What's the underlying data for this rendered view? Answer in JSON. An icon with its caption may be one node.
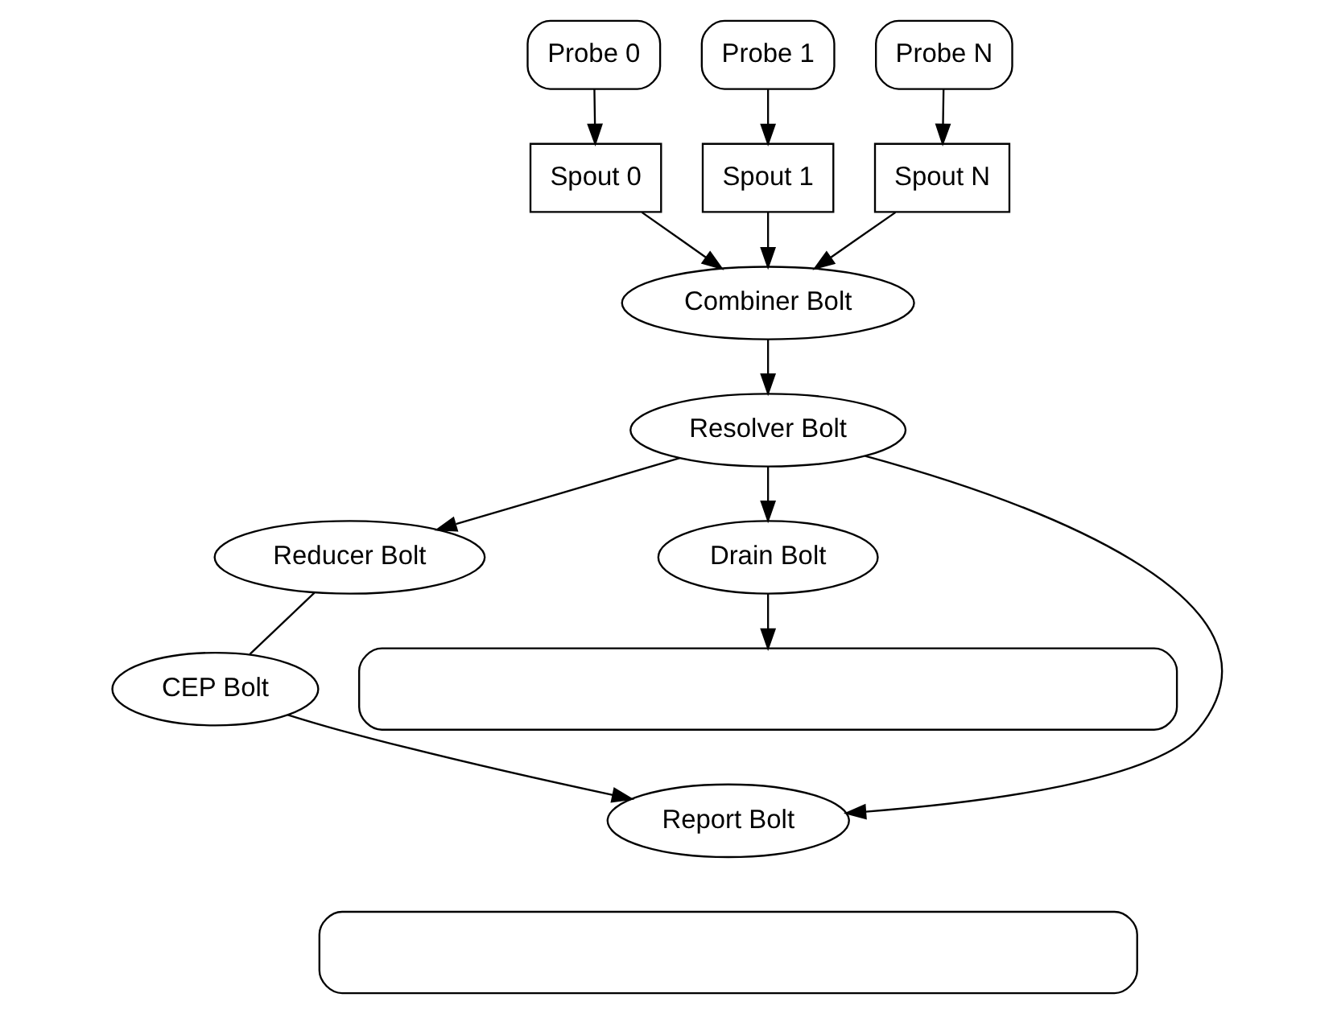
{
  "diagram": {
    "nodes": [
      {
        "text": [
          "Probe 0"
        ]
      },
      {
        "text": [
          "Spout 0"
        ]
      },
      {
        "text": [
          "Probe 1"
        ]
      },
      {
        "text": [
          "Spout 1"
        ]
      },
      {
        "text": [
          "Probe N"
        ]
      },
      {
        "text": [
          "Spout N"
        ]
      },
      {
        "text": [
          "Combiner Bolt"
        ]
      },
      {
        "text": [
          "Reducer Bolt"
        ]
      },
      {
        "text": [
          "Resolver Bolt"
        ]
      },
      {
        "text": [
          "CEP Bolt"
        ]
      },
      {
        "text": [
          "Drain Bolt"
        ]
      },
      {
        "text": [
          "Report Bolt"
        ]
      },
      {
        "text": [],
        "shape": "box"
      },
      {
        "text": [],
        "shape": "box"
      }
    ],
    "edges": [
      {
        "from": 0,
        "to": 1,
        "arrow": "to"
      },
      {
        "from": 1,
        "to": 6,
        "arrow": "to"
      },
      {
        "from": 2,
        "to": 3,
        "arrow": "to"
      },
      {
        "from": 3,
        "to": 6,
        "arrow": "to"
      },
      {
        "from": 4,
        "to": 5,
        "arrow": "to"
      },
      {
        "from": 5,
        "to": 6,
        "arrow": "to"
      },
      {
        "from": 6,
        "to": 8,
        "arrow": "to"
      },
      {
        "from": 8,
        "to": 7,
        "arrow": "to"
      },
      {
        "from": 7,
        "to": 9,
        "arrow": "none"
      },
      {
        "from": 8,
        "to": 10,
        "arrow": "to"
      },
      {
        "from": 8,
        "to": 11,
        "arrow": "to"
      },
      {
        "from": 9,
        "to": 11,
        "arrow": "to"
      },
      {
        "from": 10,
        "to": 12,
        "arrow": "to"
      }
    ]
  }
}
